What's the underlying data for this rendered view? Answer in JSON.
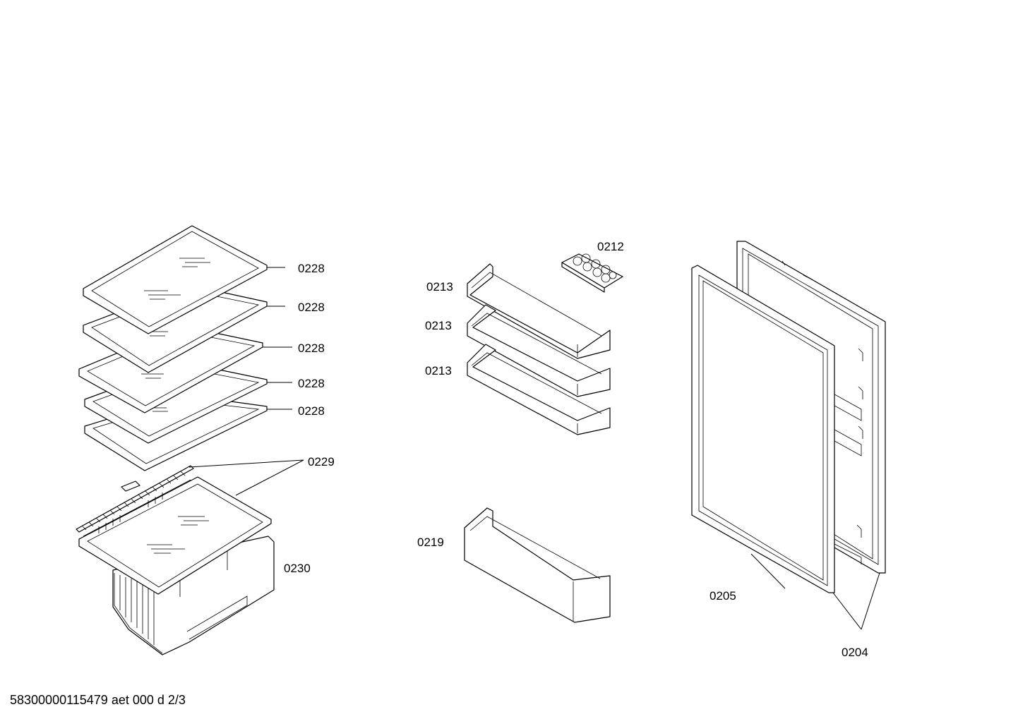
{
  "callouts": [
    {
      "id": "shelf-1",
      "text": "0228"
    },
    {
      "id": "shelf-2",
      "text": "0228"
    },
    {
      "id": "shelf-3",
      "text": "0228"
    },
    {
      "id": "shelf-4",
      "text": "0228"
    },
    {
      "id": "shelf-5",
      "text": "0228"
    },
    {
      "id": "shelf-rail",
      "text": "0229"
    },
    {
      "id": "crisper-drawer",
      "text": "0230"
    },
    {
      "id": "egg-tray",
      "text": "0212"
    },
    {
      "id": "door-shelf-1",
      "text": "0213"
    },
    {
      "id": "door-shelf-2",
      "text": "0213"
    },
    {
      "id": "door-shelf-3",
      "text": "0213"
    },
    {
      "id": "bottle-shelf",
      "text": "0219"
    },
    {
      "id": "door-seal",
      "text": "0205"
    },
    {
      "id": "door",
      "text": "0204"
    }
  ],
  "footer": {
    "document_ref": "58300000115479 aet 000 d 2/3"
  }
}
